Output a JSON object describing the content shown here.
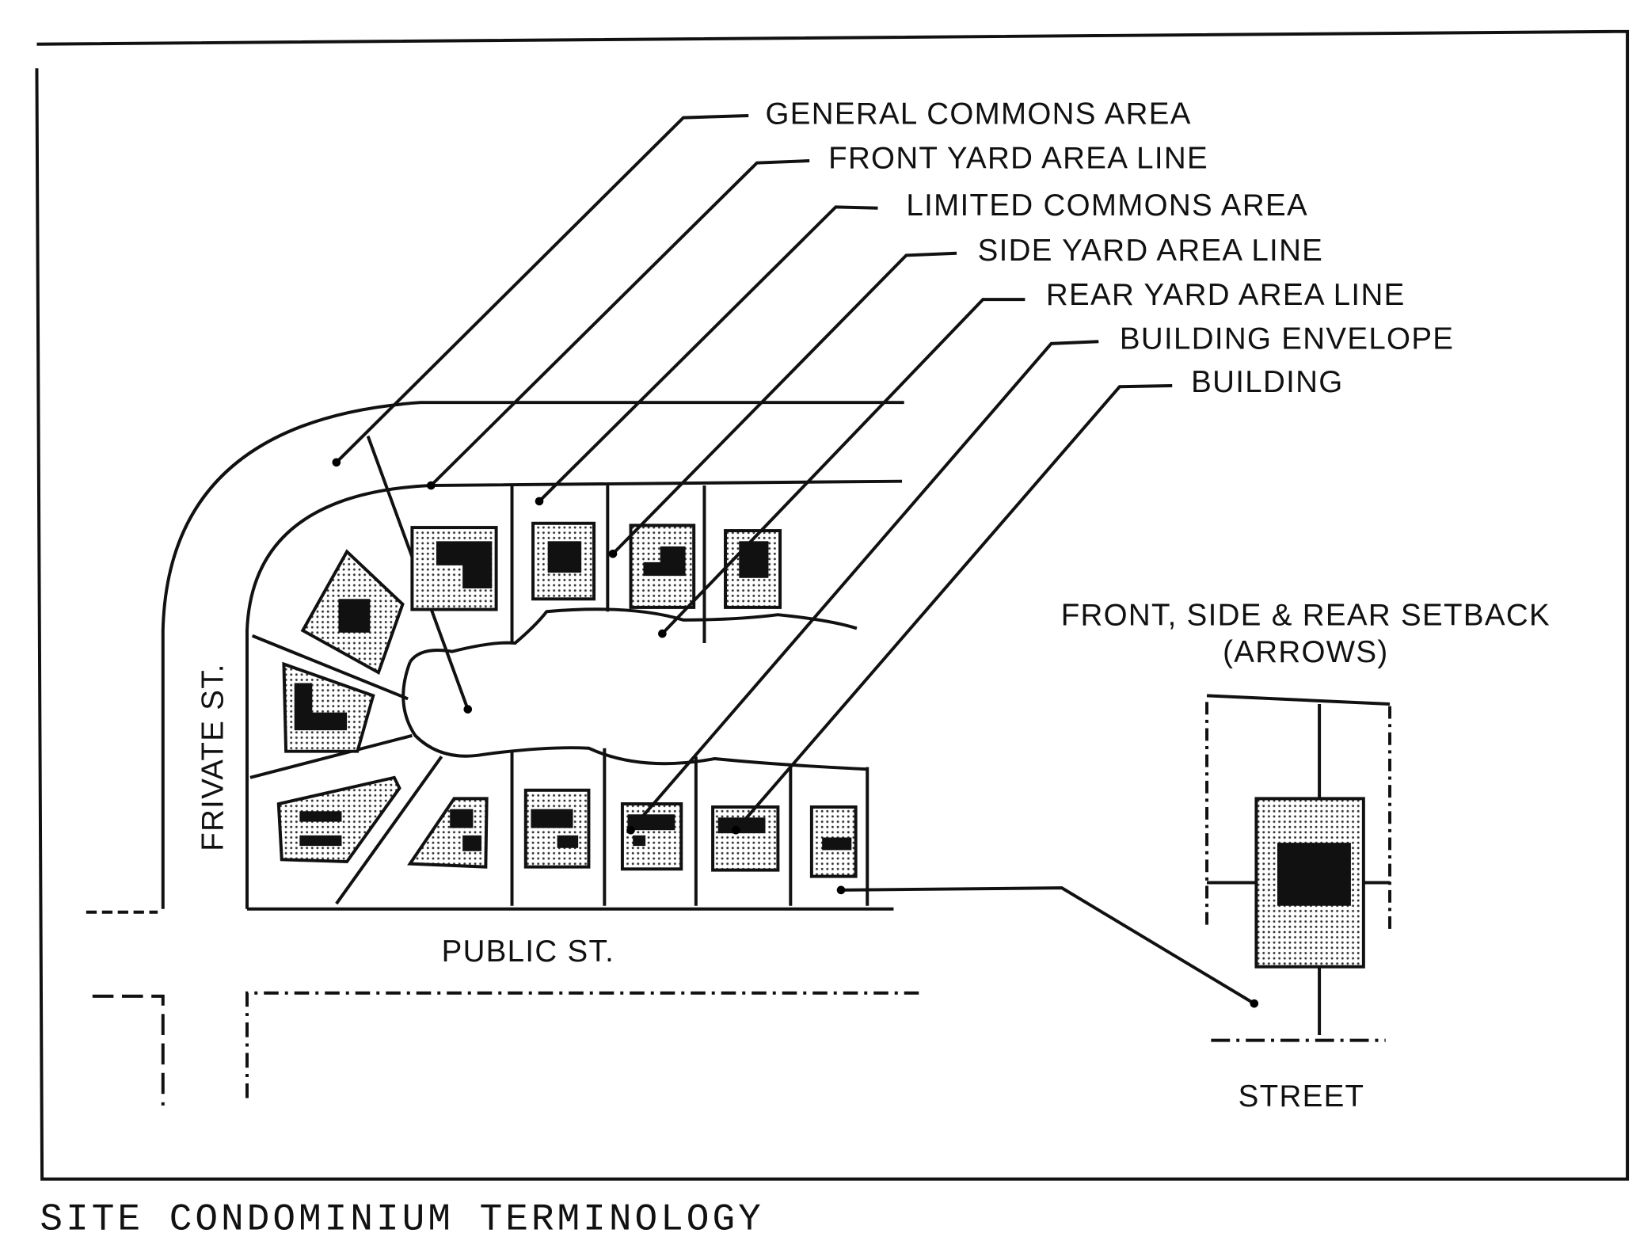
{
  "labels": {
    "general_commons": "GENERAL COMMONS AREA",
    "front_yard": "FRONT YARD AREA LINE",
    "limited_commons": "LIMITED COMMONS AREA",
    "side_yard": "SIDE YARD AREA LINE",
    "rear_yard": "REAR YARD AREA LINE",
    "building_envelope": "BUILDING ENVELOPE",
    "building": "BUILDING"
  },
  "streets": {
    "private": "FRIVATE ST.",
    "public": "PUBLIC ST.",
    "street": "STREET"
  },
  "inset": {
    "title_line1": "FRONT, SIDE & REAR SETBACK",
    "title_line2": "(ARROWS)"
  },
  "caption": "SITE CONDOMINIUM TERMINOLOGY"
}
